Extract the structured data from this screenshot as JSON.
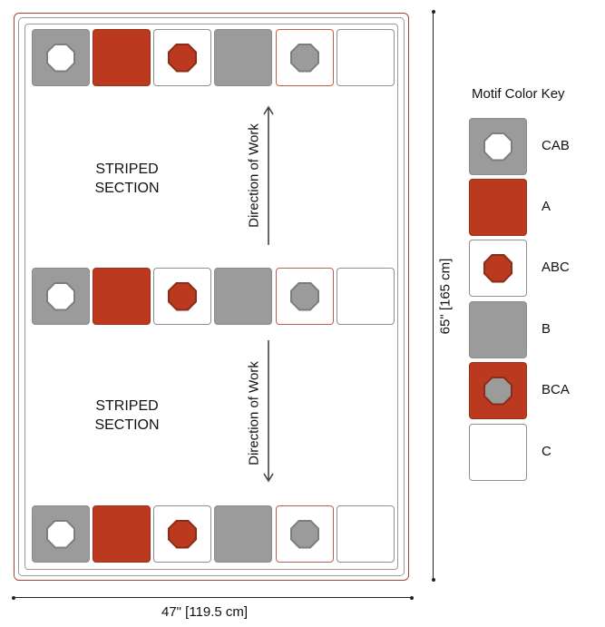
{
  "diagram": {
    "striped_section_label": [
      "STRIPED",
      "SECTION"
    ],
    "direction_label": "Direction of Work",
    "width_label": "47\" [119.5 cm]",
    "height_label": "65\" [165 cm]",
    "motif_rows": [
      [
        "CAB",
        "A",
        "ABC",
        "B",
        "BCA",
        "C"
      ],
      [
        "CAB",
        "A",
        "ABC",
        "B",
        "BCA",
        "C"
      ],
      [
        "CAB",
        "A",
        "ABC",
        "B",
        "BCA",
        "C"
      ]
    ]
  },
  "key": {
    "title": "Motif Color Key",
    "items": [
      {
        "code": "CAB",
        "label": "CAB"
      },
      {
        "code": "A",
        "label": "A"
      },
      {
        "code": "ABC",
        "label": "ABC"
      },
      {
        "code": "B",
        "label": "B"
      },
      {
        "code": "BCA",
        "label": "BCA"
      },
      {
        "code": "C",
        "label": "C"
      }
    ]
  },
  "colors": {
    "color_A": "#bb3a1f",
    "color_B": "#9b9b9b",
    "color_C": "#ffffff"
  }
}
